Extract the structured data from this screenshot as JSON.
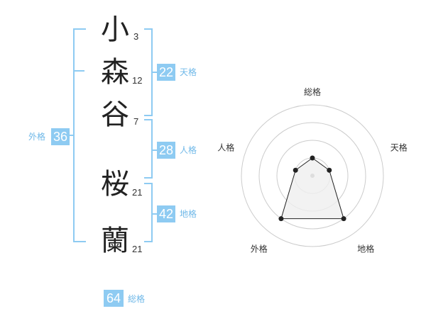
{
  "name": {
    "chars": [
      {
        "char": "小",
        "strokes": "3"
      },
      {
        "char": "森",
        "strokes": "12"
      },
      {
        "char": "谷",
        "strokes": "7"
      },
      {
        "char": "桜",
        "strokes": "21"
      },
      {
        "char": "蘭",
        "strokes": "21"
      }
    ]
  },
  "scores": {
    "tenkaku": {
      "value": "22",
      "label": "天格"
    },
    "jinkaku": {
      "value": "28",
      "label": "人格"
    },
    "chikaku": {
      "value": "42",
      "label": "地格"
    },
    "gaikaku": {
      "value": "36",
      "label": "外格"
    },
    "soukaku": {
      "value": "64",
      "label": "総格"
    }
  },
  "chart_data": {
    "type": "radar",
    "axes": [
      "総格",
      "天格",
      "地格",
      "外格",
      "人格"
    ],
    "values": [
      0.25,
      0.25,
      0.75,
      0.75,
      0.25
    ],
    "rings": 4
  },
  "colors": {
    "accent": "#8ecbf2",
    "label": "#6fb8e8",
    "polygon_fill": "#efefef",
    "polygon_stroke": "#222222",
    "ring": "#cccccc"
  }
}
